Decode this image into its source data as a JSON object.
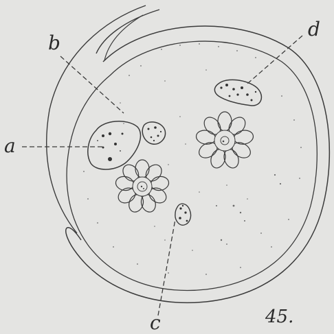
{
  "figure": {
    "number": "45.",
    "labels": {
      "a": "a",
      "b": "b",
      "c": "c",
      "d": "d"
    }
  }
}
